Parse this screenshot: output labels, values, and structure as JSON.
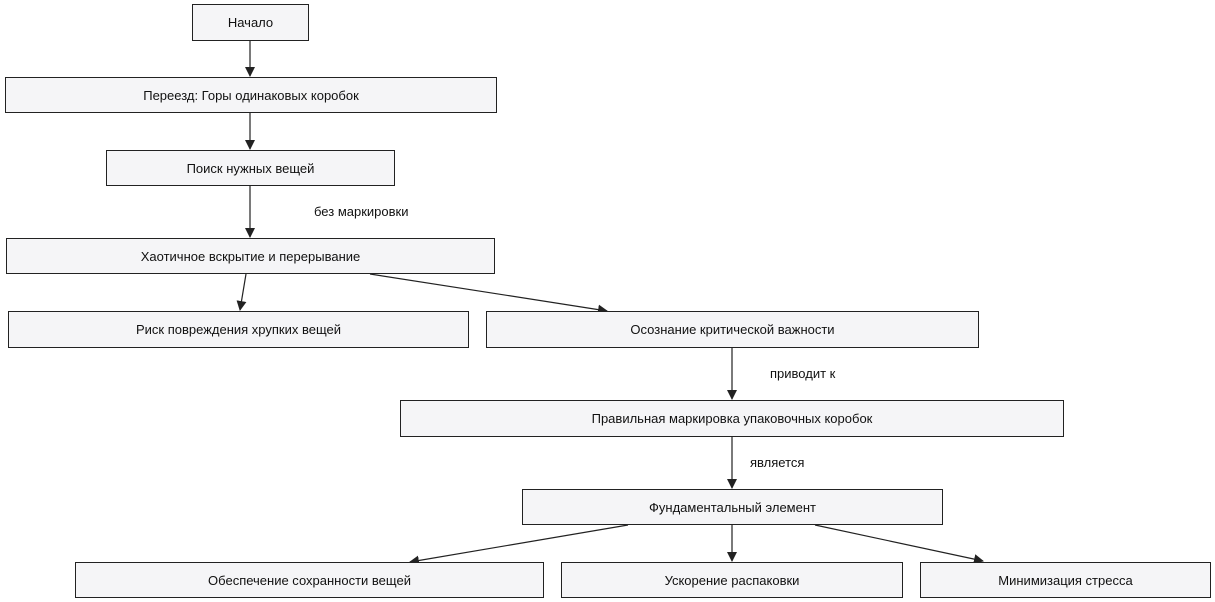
{
  "nodes": {
    "start": "Начало",
    "moving": "Переезд: Горы одинаковых коробок",
    "search": "Поиск нужных вещей",
    "chaos": "Хаотичное вскрытие и перерывание",
    "risk": "Риск повреждения хрупких вещей",
    "realization": "Осознание критической важности",
    "labeling": "Правильная маркировка упаковочных коробок",
    "fundamental": "Фундаментальный элемент",
    "safety": "Обеспечение сохранности вещей",
    "speed": "Ускорение распаковки",
    "stress": "Минимизация стресса"
  },
  "edge_labels": {
    "search_to_chaos": "без маркировки",
    "realization_to_labeling": "приводит к",
    "labeling_to_fundamental": "является"
  },
  "colors": {
    "node_fill": "#f5f5f7",
    "node_border": "#222222",
    "edge": "#222222"
  }
}
